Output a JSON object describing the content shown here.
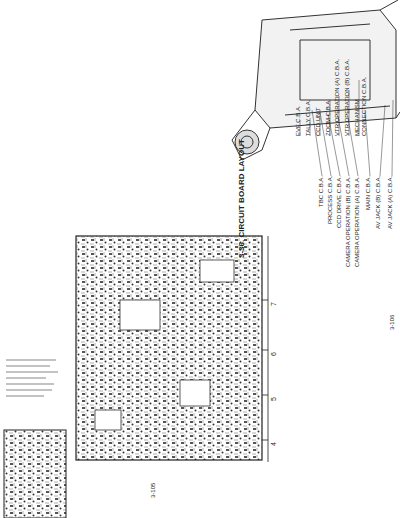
{
  "diagram": {
    "title": "3-36. CIRCUIT BOARD LAYOUT",
    "labels": [
      "EVF C.B.A.",
      "TALLY C.B.A.",
      "CCD UNIT",
      "ZOOM C.B.A.",
      "VTR OPERATION (A) C.B.A.",
      "VTR OPERATION (B) C.B.A.",
      "MECHANISM CONNECTION C.B.A.",
      "TBC C.B.A.",
      "PROCESS C.B.A.",
      "CCD DRIVE C.B.A.",
      "CAMERA OPERATION (B) C.B.A.",
      "CAMERA OPERATION (A) C.B.A.",
      "MAIN C.B.A.",
      "AV JACK (B) C.B.A.",
      "AV JACK (A) C.B.A.",
      "3-106",
      "3-105",
      "4",
      "5",
      "6",
      "7"
    ]
  }
}
